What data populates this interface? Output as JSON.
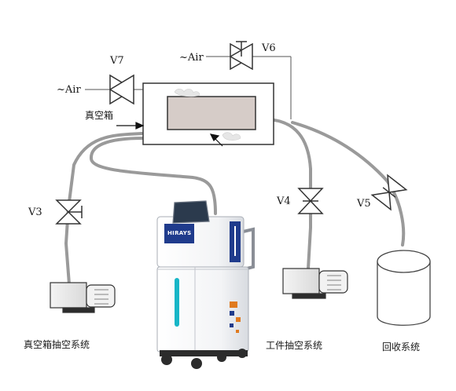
{
  "labels": {
    "v7": "V7",
    "v6": "V6",
    "v3": "V3",
    "v4": "V4",
    "v5": "V5",
    "air_left": "~Air",
    "air_top": "~Air",
    "chamber": "真空箱",
    "vac_system": "真空箱抽空系统",
    "work_system": "工件抽空系统",
    "recovery_system": "回收系统"
  },
  "machine": {
    "brand": "HIRAYS",
    "accent_color": "#1f3b8c",
    "stripe_color": "#e07a1f"
  }
}
